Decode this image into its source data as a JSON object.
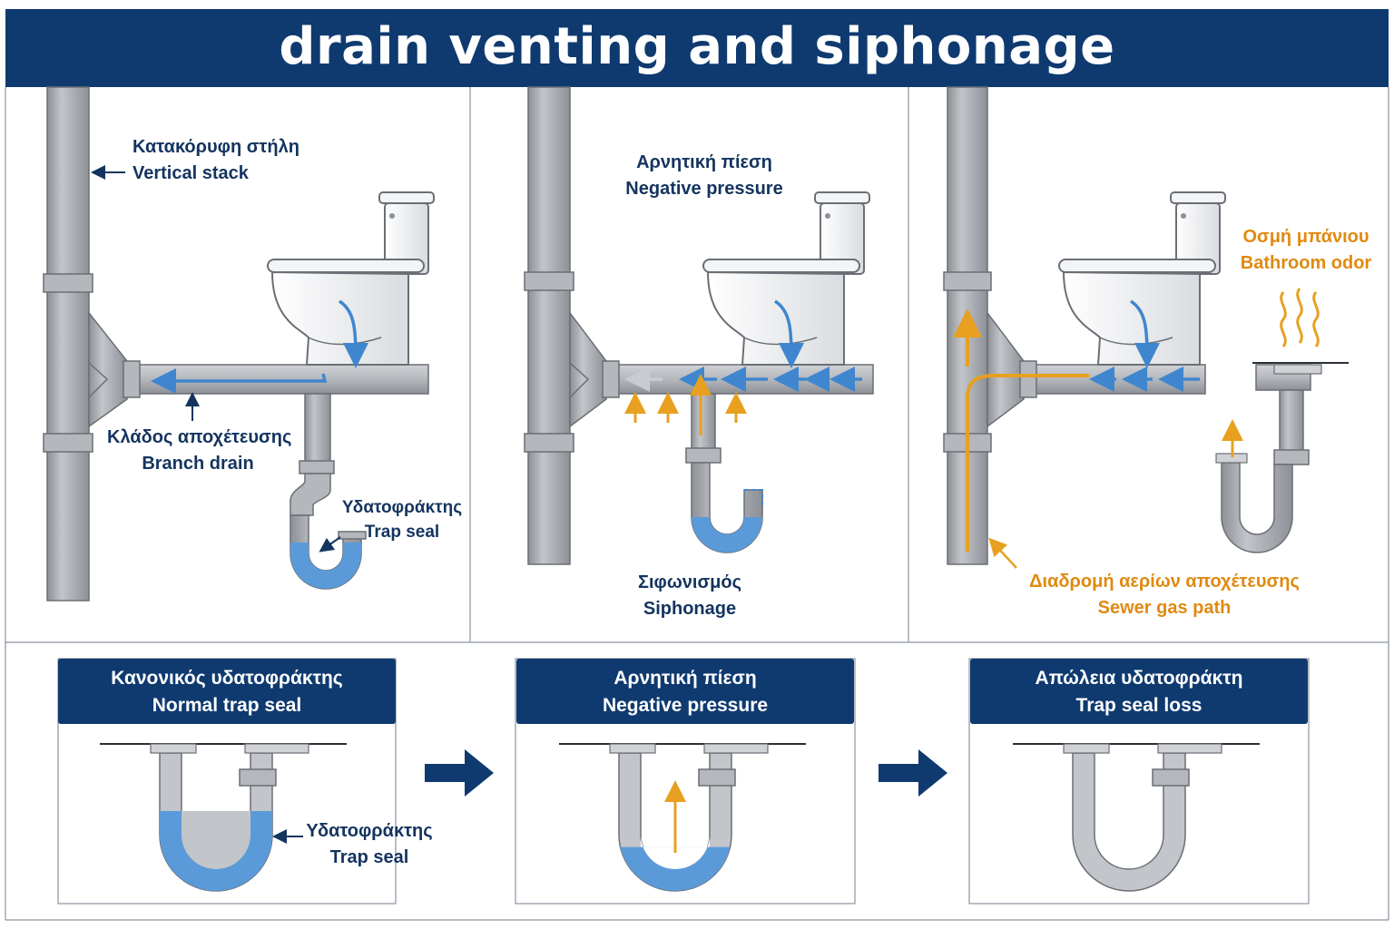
{
  "title": "drain venting and siphonage",
  "colors": {
    "navy": "#0f3a70",
    "pipe": "#a9acb1",
    "water": "#5b9ad8",
    "flow_arrow": "#3f86cf",
    "gas_orange": "#e8a020",
    "label_text": "#14345f",
    "odor_orange": "#e08a10"
  },
  "icons": [
    "left-arrow-icon",
    "up-arrow-icon",
    "toilet-icon",
    "odor-wave-icon",
    "right-arrow-icon",
    "floor-drain-icon"
  ],
  "panels": [
    {
      "stack_label": {
        "greek": "Κατακόρυφη στήλη",
        "english": "Vertical stack"
      },
      "branch_label": {
        "greek": "Κλάδος αποχέτευσης",
        "english": "Branch drain"
      },
      "trap_label": {
        "greek": "Υδατοφράκτης",
        "english": "Trap seal"
      }
    },
    {
      "top_label": {
        "greek": "Αρνητική πίεση",
        "english": "Negative pressure"
      },
      "bottom_label": {
        "greek": "Σιφωνισμός",
        "english": "Siphonage"
      }
    },
    {
      "odor_label": {
        "greek": "Οσμή μπάνιου",
        "english": "Bathroom odor"
      },
      "gas_label": {
        "greek": "Διαδρομή αερίων αποχέτευσης",
        "english": "Sewer gas path"
      }
    }
  ],
  "sequence": [
    {
      "greek": "Κανονικός υδατοφράκτης",
      "english": "Normal trap seal",
      "water_level": 1.0
    },
    {
      "greek": "Αρνητική πίεση",
      "english": "Negative pressure",
      "water_level": 0.55
    },
    {
      "greek": "Απώλεια υδατοφράκτη",
      "english": "Trap seal loss",
      "water_level": 0.0
    }
  ],
  "sequence_trap_label": {
    "greek": "Υδατοφράκτης",
    "english": "Trap seal"
  }
}
